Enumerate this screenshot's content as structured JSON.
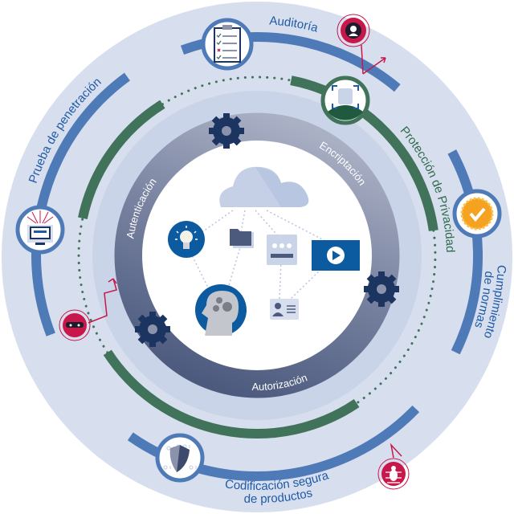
{
  "title": "Security lifecycle diagram",
  "outer_labels": {
    "audit": "Auditoría",
    "compliance_line1": "Cumplimiento",
    "compliance_line2": "de normas",
    "secure_coding_line1": "Codificación segura",
    "secure_coding_line2": "de productos",
    "pentest": "Prueba de penetración"
  },
  "middle_labels": {
    "privacy": "Protección de Privacidad"
  },
  "inner_ring_labels": {
    "authentication": "Autenticación",
    "encryption": "Encriptación",
    "authorization": "Autorización"
  },
  "icons": {
    "audit": "clipboard-checklist-icon",
    "privacy": "face-scan-icon",
    "compliance": "certified-badge-icon",
    "pentest": "monitor-attack-icon",
    "secure_coding": "shield-binary-icon",
    "threat_hacker": "masked-hacker-icon",
    "threat_person": "target-person-icon",
    "threat_bug": "bug-icon",
    "center": [
      "cloud-icon",
      "lightbulb-icon",
      "folder-icon",
      "app-window-icon",
      "video-play-icon",
      "head-gears-icon",
      "contact-card-icon"
    ]
  },
  "colors": {
    "outer_bg": "#d7dfee",
    "middle_bg": "#c9d4e8",
    "blue_arc": "#4f7ab8",
    "green_arc": "#41725a",
    "ring_light": "#abb1c5",
    "ring_dark": "#4c5a7e",
    "threat_red": "#c8174a",
    "gear": "#1c3560"
  }
}
